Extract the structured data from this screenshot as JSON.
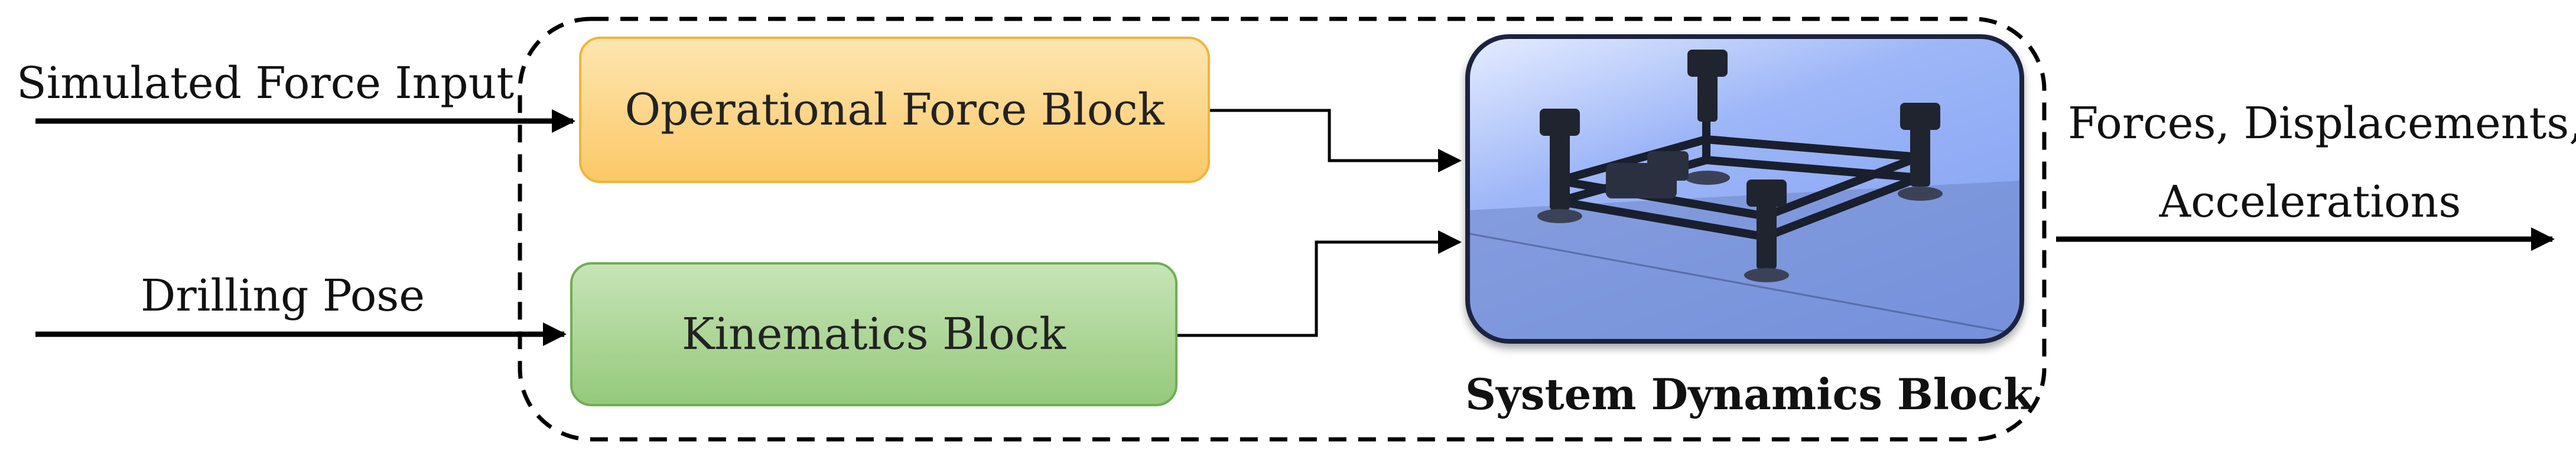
{
  "inputs": {
    "top_label": "Simulated Force Input",
    "bottom_label": "Drilling Pose"
  },
  "blocks": {
    "operational": "Operational Force Block",
    "kinematics": "Kinematics Block",
    "system_title": "System Dynamics Block"
  },
  "output": {
    "line1": "Forces, Displacements,",
    "line2": "Accelerations"
  },
  "colors": {
    "operational_fill": "#fbc867",
    "kinematics_fill": "#95c97b",
    "system_fill": "#7e9ef1",
    "arrow": "#000000"
  }
}
